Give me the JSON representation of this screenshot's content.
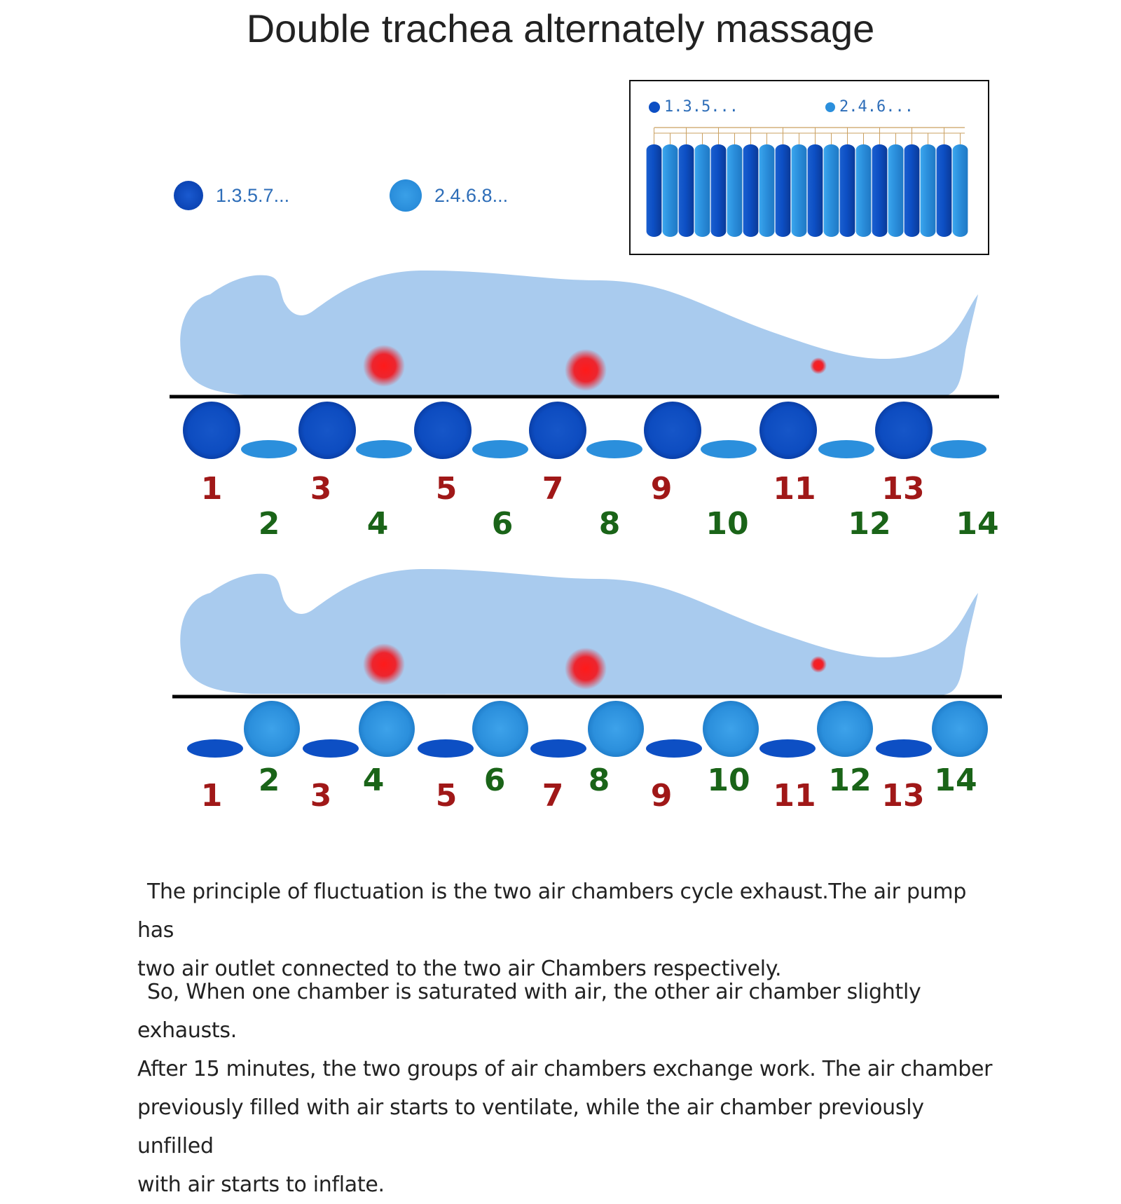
{
  "title": "Double trachea alternately massage",
  "legend": {
    "odd_label": "1.3.5.7...",
    "even_label": "2.4.6.8..."
  },
  "inset": {
    "odd_label": "1.3.5...",
    "even_label": "2.4.6..."
  },
  "colors": {
    "odd_chamber": "#0d4fc4",
    "even_chamber": "#2b8fdc",
    "body": "#a9cbee",
    "pain_point": "#e8141c",
    "odd_number": "#a01818",
    "even_number": "#1a6418"
  },
  "chamber_numbers": [
    "1",
    "2",
    "3",
    "4",
    "5",
    "6",
    "7",
    "8",
    "9",
    "10",
    "11",
    "12",
    "13",
    "14"
  ],
  "panels": [
    {
      "state": "odd inflated, even deflated"
    },
    {
      "state": "even inflated, odd deflated"
    }
  ],
  "paragraphs": [
    "The principle of fluctuation is the two air chambers cycle exhaust.The air pump has two air outlet connected to the two air Chambers respectively.",
    "So, When one chamber is saturated with air, the other air chamber slightly exhausts. After 15 minutes, the two groups of air chambers exchange work. The air chamber previously filled with air starts to ventilate, while the air chamber previously unfilled with air starts to inflate."
  ],
  "paragraph_lines": [
    [
      "The principle of fluctuation is the two air chambers cycle exhaust.The air pump has",
      "two air outlet connected to the two air Chambers respectively."
    ],
    [
      "So, When one chamber is saturated with air, the other air chamber slightly exhausts.",
      "After 15 minutes, the two groups of air chambers exchange work. The air chamber",
      "previously filled with air starts to ventilate, while the air chamber previously unfilled",
      "with air starts to inflate."
    ]
  ]
}
